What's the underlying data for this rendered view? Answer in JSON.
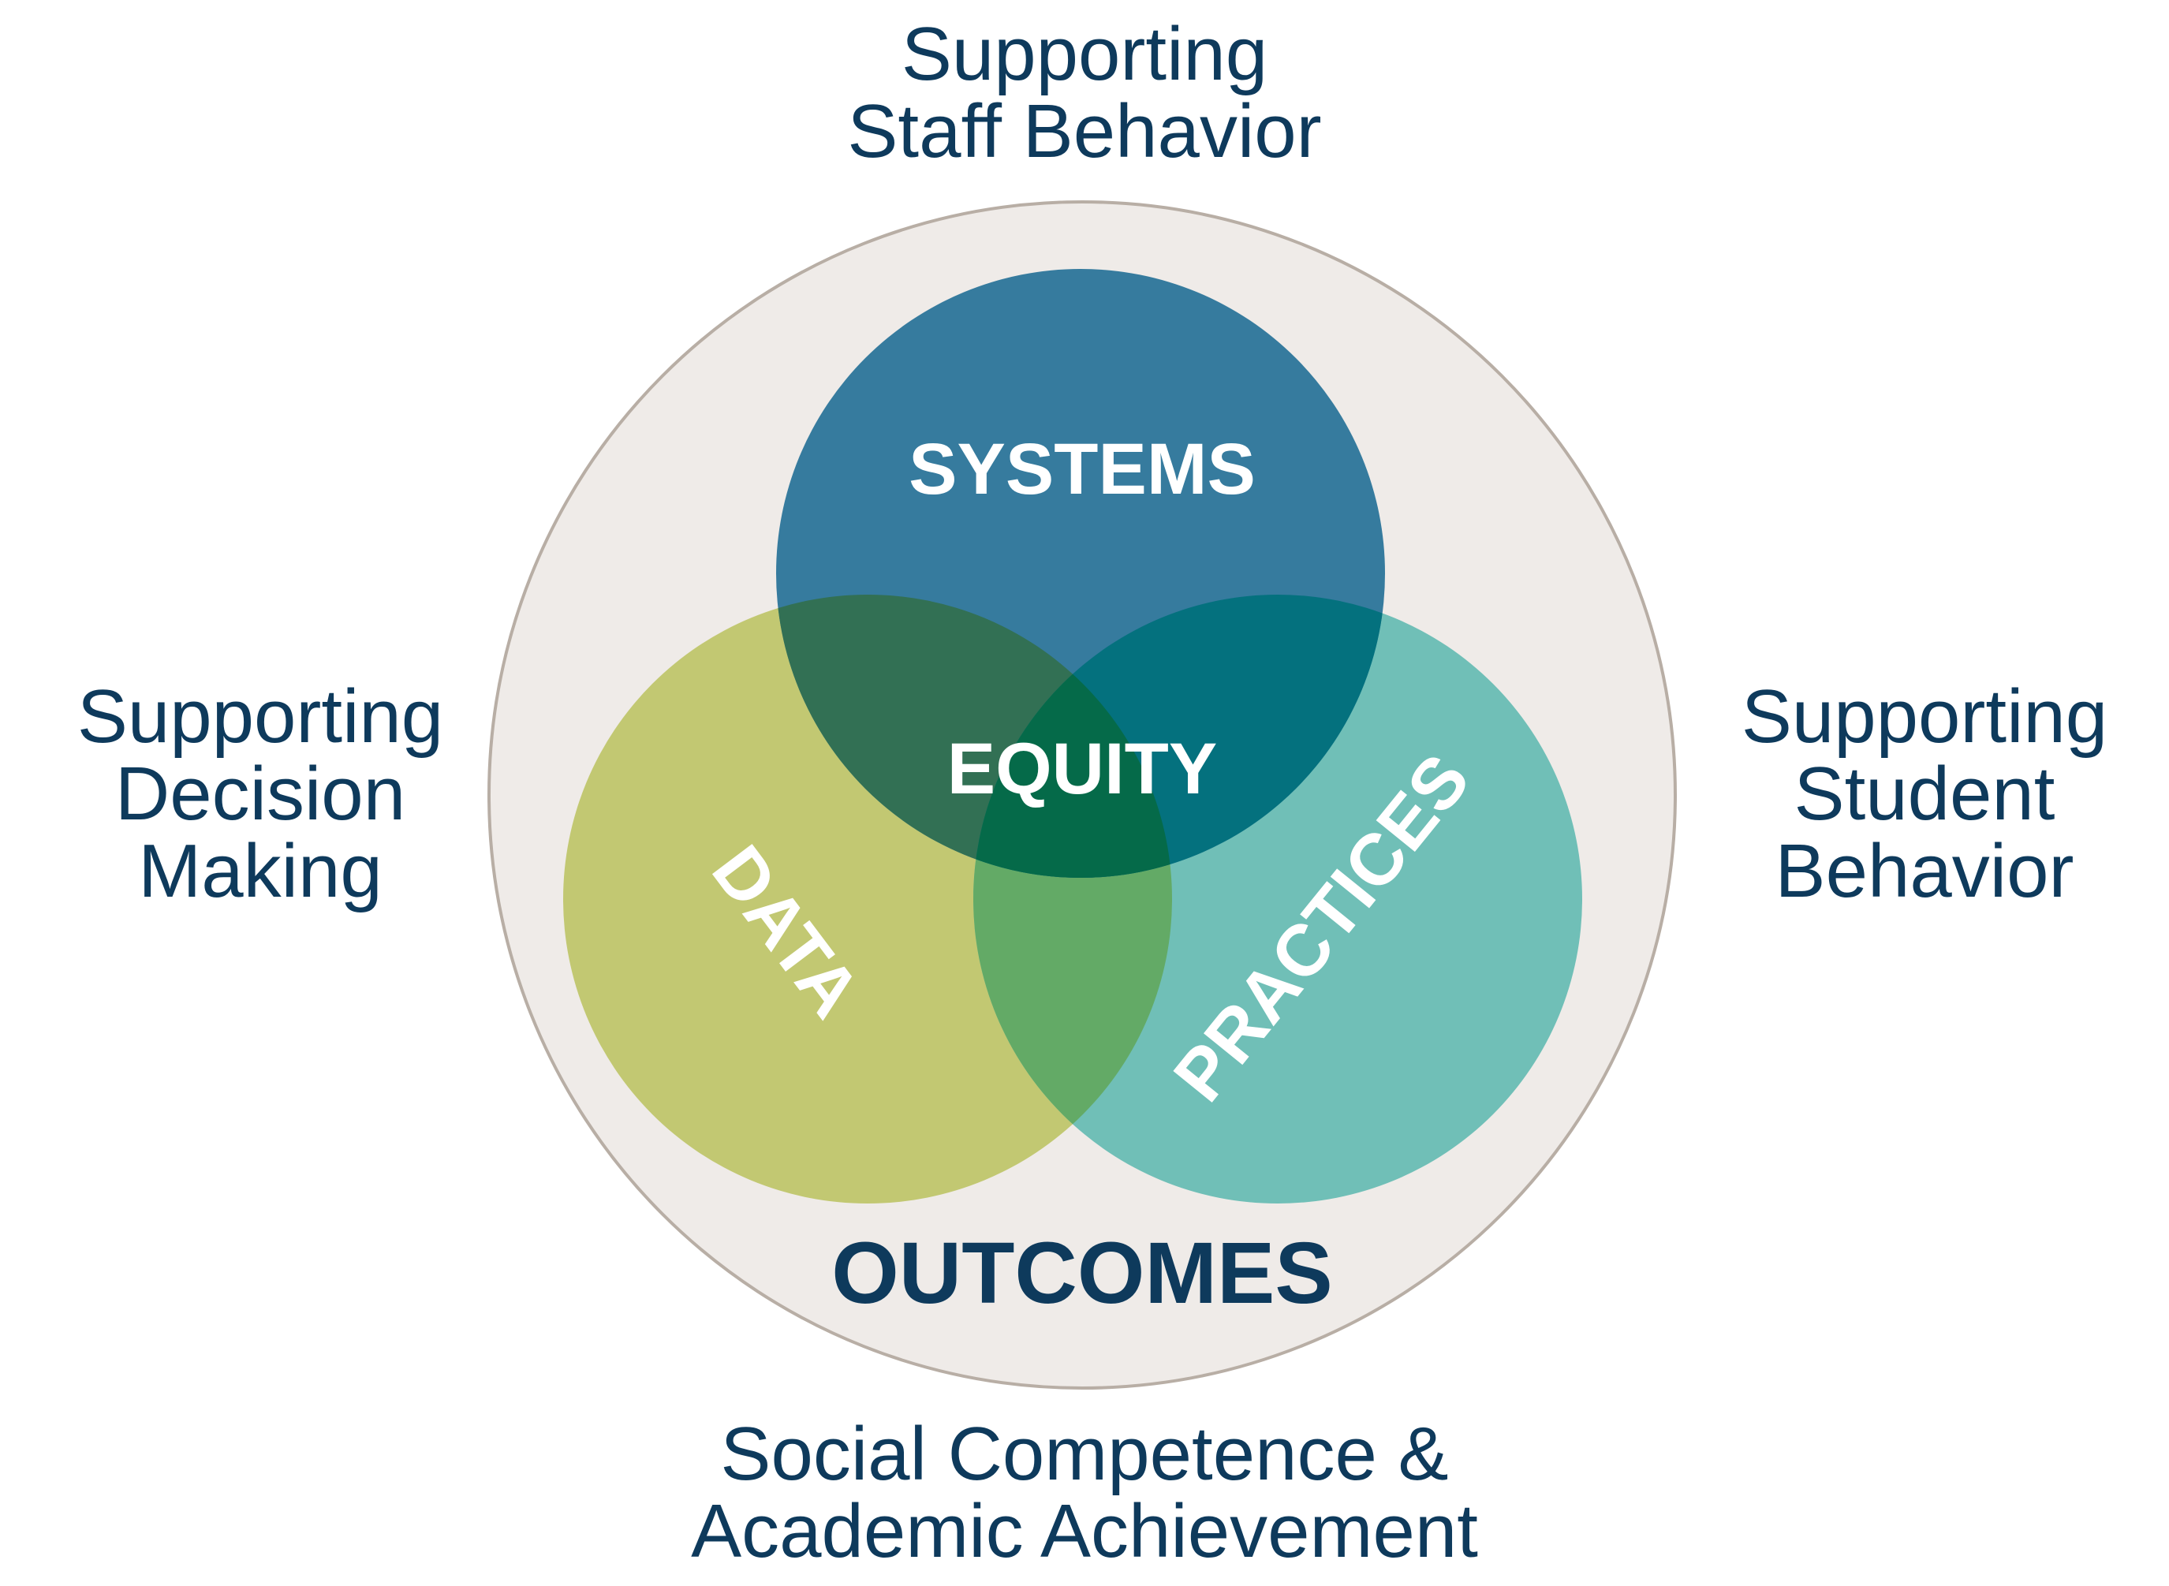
{
  "diagram": {
    "circles": {
      "systems": {
        "label": "SYSTEMS",
        "color": "#2a6f97"
      },
      "data": {
        "label": "DATA",
        "color": "#b7c160"
      },
      "practices": {
        "label": "PRACTICES",
        "color": "#5fb6ad"
      }
    },
    "center_label": "EQUITY",
    "outcomes_label": "OUTCOMES",
    "outer_circle_color": "#efebe8"
  },
  "outer_labels": {
    "top": [
      "Supporting",
      "Staff Behavior"
    ],
    "left": [
      "Supporting",
      "Decision",
      "Making"
    ],
    "right": [
      "Supporting",
      "Student",
      "Behavior"
    ],
    "bottom": [
      "Social Competence &",
      "Academic Achievement"
    ]
  }
}
